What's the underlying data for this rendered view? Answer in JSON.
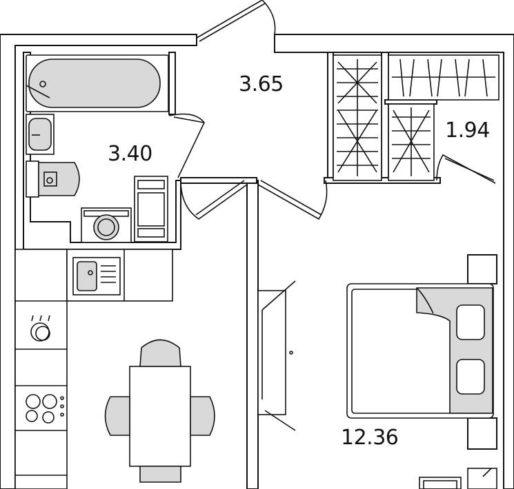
{
  "plan": {
    "rooms": [
      {
        "id": "hallway",
        "area": "3.65"
      },
      {
        "id": "bathroom",
        "area": "3.40"
      },
      {
        "id": "wardrobe",
        "area": "1.94"
      },
      {
        "id": "bedroom-living",
        "area": "12.36"
      }
    ],
    "colors": {
      "wall_fill": "#ffffff",
      "line": "#111111",
      "fixture_fill": "#d9d9d9"
    }
  }
}
